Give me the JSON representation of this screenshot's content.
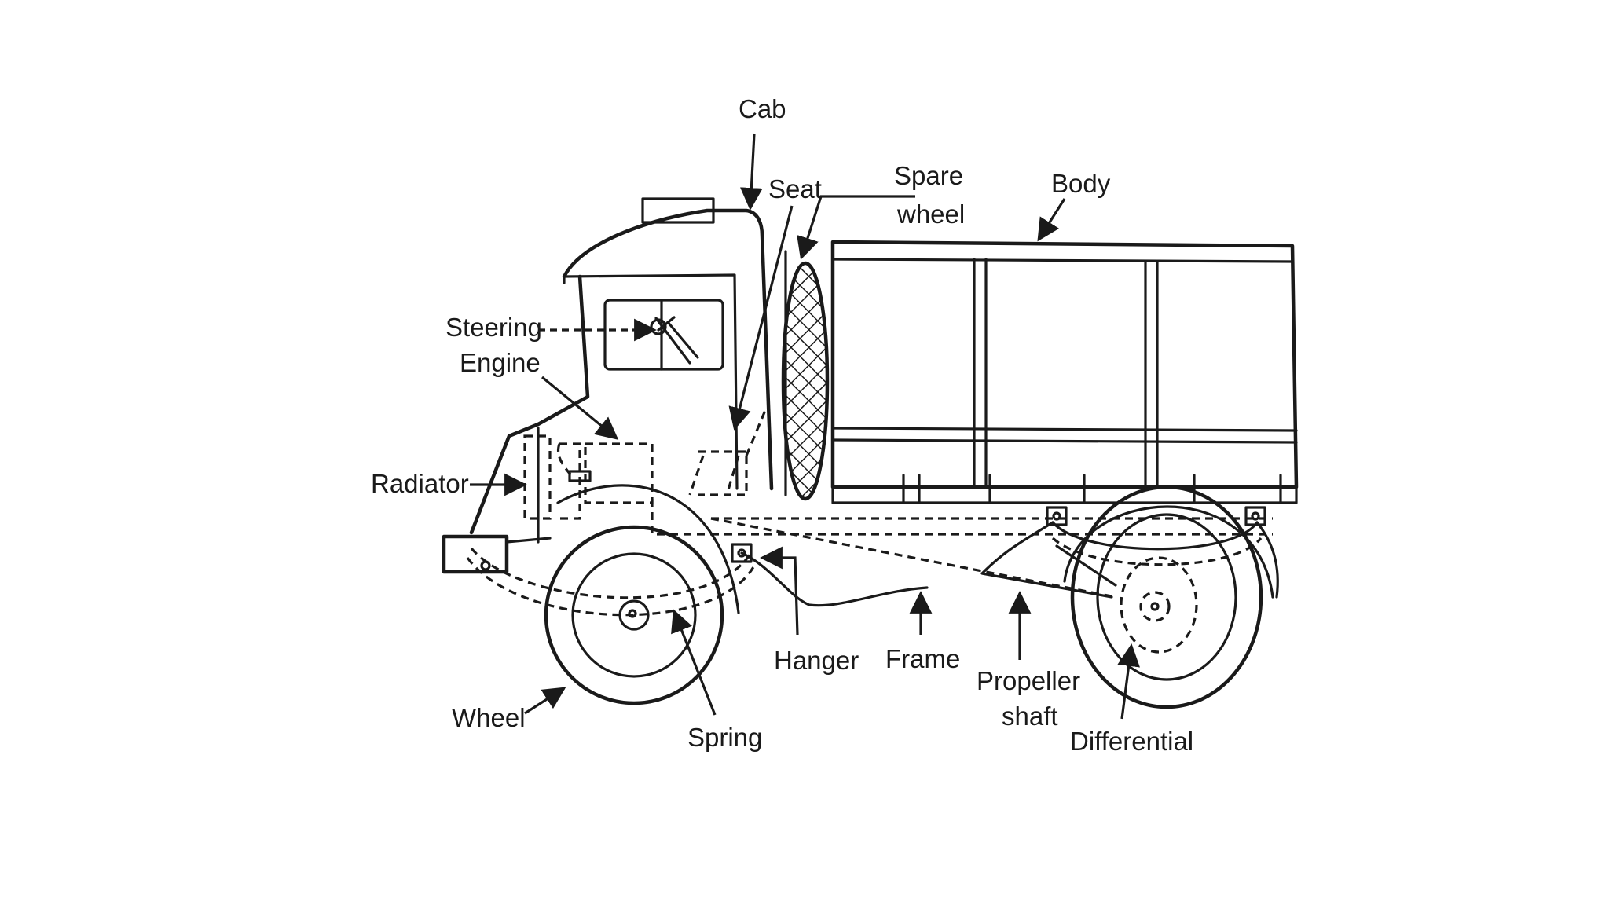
{
  "labels": {
    "cab": "Cab",
    "seat": "Seat",
    "spare_wheel_1": "Spare",
    "spare_wheel_2": "wheel",
    "body": "Body",
    "steering": "Steering",
    "engine": "Engine",
    "radiator": "Radiator",
    "hanger": "Hanger",
    "frame": "Frame",
    "propeller_shaft_1": "Propeller",
    "propeller_shaft_2": "shaft",
    "wheel": "Wheel",
    "spring": "Spring",
    "differential": "Differential"
  },
  "colors": {
    "ink": "#1a1a1a",
    "background": "#ffffff"
  }
}
